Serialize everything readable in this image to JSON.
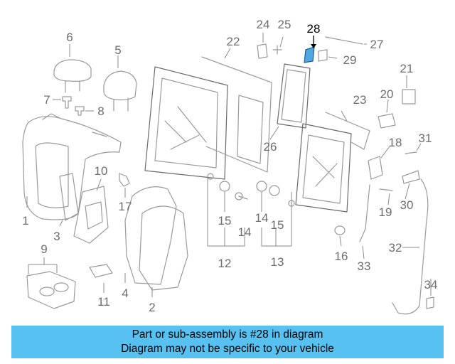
{
  "labels": {
    "n1": "1",
    "n2": "2",
    "n3": "3",
    "n4": "4",
    "n5": "5",
    "n6": "6",
    "n7": "7",
    "n8": "8",
    "n9": "9",
    "n10": "10",
    "n11": "11",
    "n12": "12",
    "n13": "13",
    "n14a": "14",
    "n14b": "14",
    "n15a": "15",
    "n15b": "15",
    "n16": "16",
    "n17": "17",
    "n18": "18",
    "n19": "19",
    "n20": "20",
    "n21": "21",
    "n22": "22",
    "n23": "23",
    "n24": "24",
    "n25": "25",
    "n26": "26",
    "n27": "27",
    "n28": "28",
    "n29": "29",
    "n30": "30",
    "n31": "31",
    "n32": "32",
    "n33": "33",
    "n34": "34"
  },
  "banner": {
    "line1": "Part or sub-assembly is #28 in diagram",
    "line2": "Diagram may not be specific to your vehicle"
  },
  "colors": {
    "banner": "#57c2f2",
    "highlight": "#4fa8e0"
  }
}
